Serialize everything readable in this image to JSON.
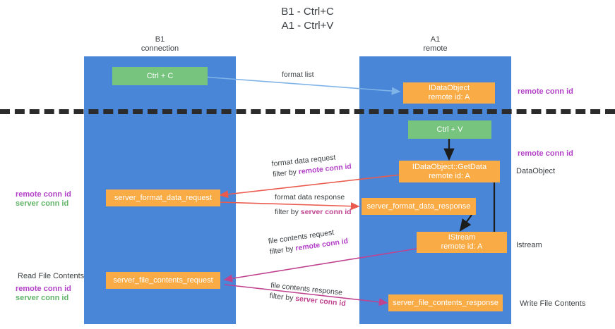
{
  "title": "B1 - Ctrl+C\nA1 - Ctrl+V",
  "columns": [
    {
      "name": "b1",
      "header": "B1\nconnection"
    },
    {
      "name": "a1",
      "header": "A1\nremote"
    }
  ],
  "nodes": {
    "ctrl_c": "Ctrl + C",
    "idataobject": "IDataObject\nremote id: A",
    "ctrl_v": "Ctrl + V",
    "getdata": "IDataObject::GetData\nremote id: A",
    "server_format_data_request": "server_format_data_request",
    "server_format_data_response": "server_format_data_response",
    "istream": "IStream\nremote id: A",
    "server_file_contents_request": "server_file_contents_request",
    "server_file_contents_response": "server_file_contents_response"
  },
  "edges": {
    "format_list": {
      "line1": "format list"
    },
    "format_data_request": {
      "line1": "format data request",
      "line2_prefix": "filter by ",
      "line2_key": "remote conn id"
    },
    "format_data_response": {
      "line1": "format data response",
      "line2_prefix": "filter by ",
      "line2_key": "server conn id"
    },
    "file_contents_request": {
      "line1": "file contents request",
      "line2_prefix": "filter by ",
      "line2_key": "remote conn id"
    },
    "file_contents_response": {
      "line1": "file contents response",
      "line2_prefix": "filter by ",
      "line2_key": "server conn id"
    }
  },
  "right_captions": {
    "remote_conn_id_top": "remote conn id",
    "remote_conn_id_mid": "remote conn id",
    "dataobject": "DataObject",
    "istream": "Istream",
    "write_file_contents": "Write File Contents"
  },
  "left_captions": {
    "remote_conn_id_mid": "remote conn id",
    "server_conn_id_mid": "server conn id",
    "read_file_contents": "Read File Contents",
    "remote_conn_id_bottom": "remote conn id",
    "server_conn_id_bottom": "server conn id"
  },
  "colors": {
    "lane": "#4a86d8",
    "green_node": "#76c47d",
    "orange_node": "#f9ab45",
    "purple": "#b341c8",
    "green_text": "#61b46a",
    "magenta": "#c0438f",
    "blue_arrow": "#7fb4e8",
    "red_arrow": "#ea5b4d",
    "black_arrow": "#1c1c1c",
    "divider": "#2b2b2b",
    "background": "#ffffff"
  }
}
